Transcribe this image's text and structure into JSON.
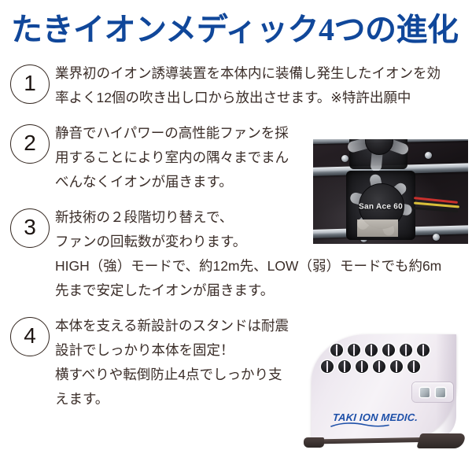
{
  "header": {
    "title": "たきイオンメディック4つの進化",
    "title_color": "#10479a"
  },
  "features": [
    {
      "number": "1",
      "lines": [
        "業界初のイオン誘導装置を本体内に装備し発生したイオンを効",
        "率よく12個の吹き出し口から放出させます。※特許出願中"
      ]
    },
    {
      "number": "2",
      "lines": [
        "静音でハイパワーの高性能ファンを採",
        "用することにより室内の隅々までまん",
        "べんなくイオンが届きます。"
      ]
    },
    {
      "number": "3",
      "lines": [
        "新技術の２段階切り替えで、",
        "ファンの回転数が変わります。",
        "HIGH（強）モードで、約12m先、LOW（弱）モードでも約6m",
        "先まで安定したイオンが届きます。"
      ]
    },
    {
      "number": "4",
      "lines": [
        "本体を支える新設計のスタンドは耐震",
        "設計でしっかり本体を固定！",
        "横すべりや転倒防止4点でしっかり支",
        "えます。"
      ]
    }
  ],
  "photos": {
    "fan": {
      "caption": "San Ace 60"
    },
    "product": {
      "brand": "TAKI ION MEDIC.",
      "brand_color": "#1d4fa8",
      "vent_count": "12"
    }
  },
  "colors": {
    "body_text": "#3a2d28",
    "circle_outline": "#33261f",
    "background": "#ffffff"
  }
}
